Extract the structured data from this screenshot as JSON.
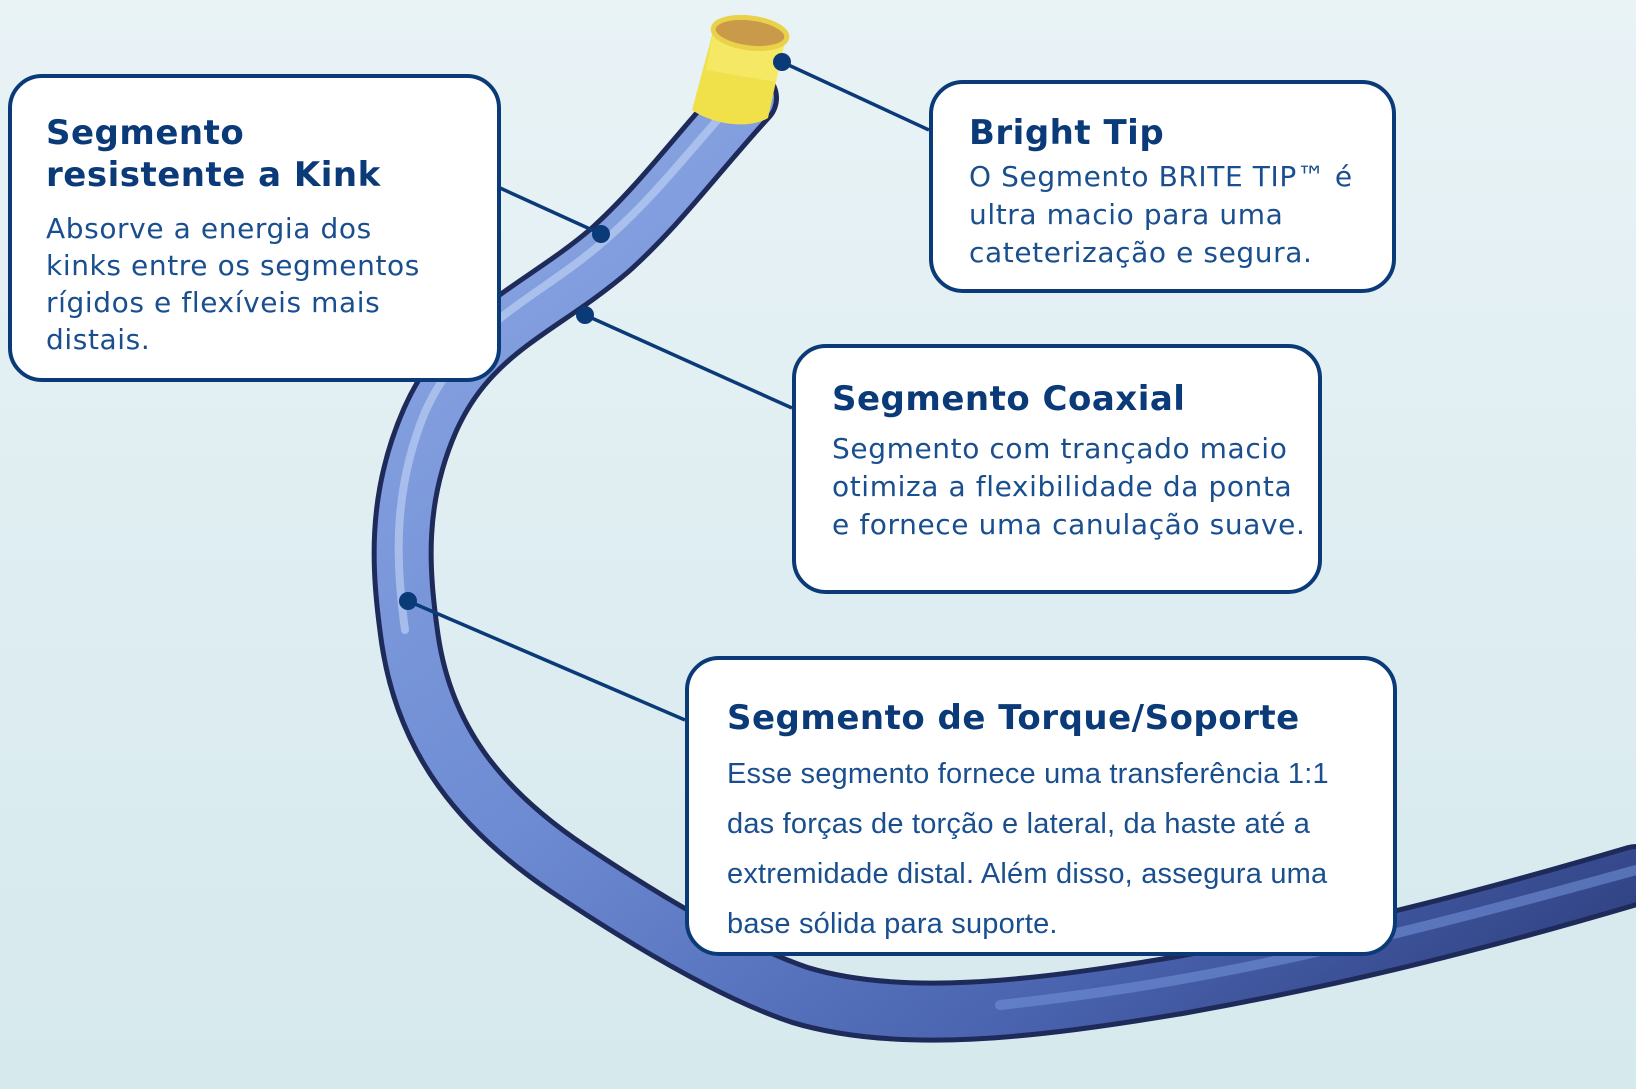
{
  "callouts": {
    "kink": {
      "title": "Segmento resistente a Kink",
      "body": "Absorve a energia dos kinks entre os segmentos rígidos e flexíveis mais distais."
    },
    "tip": {
      "title": "Bright Tip",
      "body": "O Segmento BRITE TIP™ é ultra macio para uma cateterização e segura."
    },
    "coaxial": {
      "title": "Segmento Coaxial",
      "body": "Segmento com trançado macio otimiza a flexibilidade da ponta e fornece uma canulação suave."
    },
    "torque": {
      "title": "Segmento de Torque/Soporte",
      "body": "Esse segmento fornece uma transferência 1:1 das forças de torção e lateral, da haste até a extremidade distal. Além disso, assegura uma base sólida para suporte."
    }
  },
  "colors": {
    "navy": "#0b3a78",
    "catheter_blue": "#6f8fd6",
    "catheter_dark": "#1f2f5e",
    "tip_yellow": "#f2e24a",
    "background": "#e2f0f3"
  }
}
